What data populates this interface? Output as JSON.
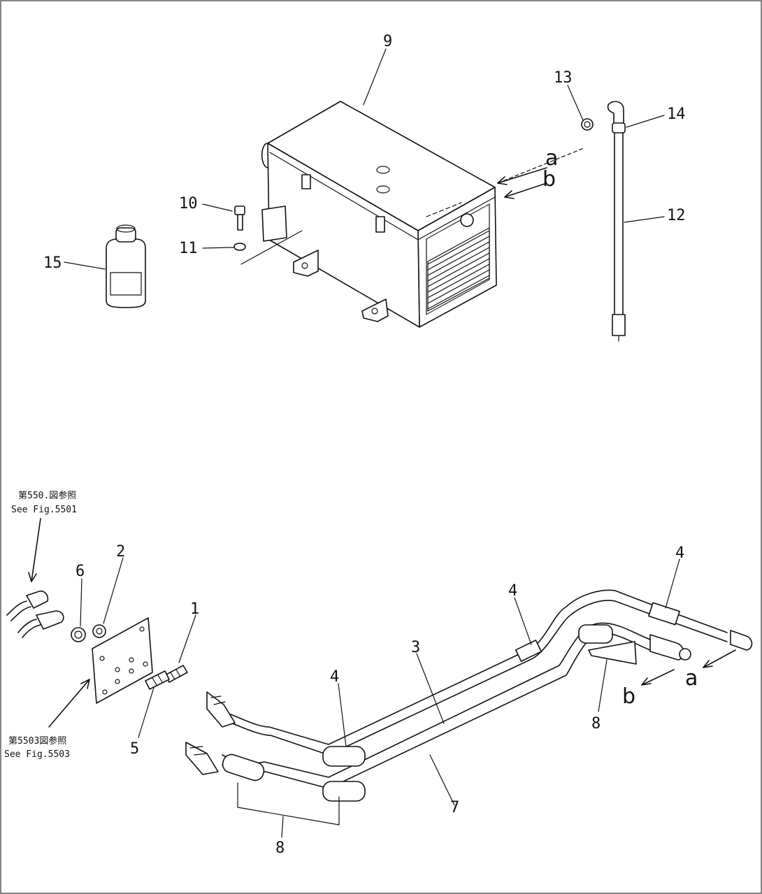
{
  "callouts": {
    "c1": "1",
    "c2": "2",
    "c3": "3",
    "c4a": "4",
    "c4b": "4",
    "c4c": "4",
    "c5": "5",
    "c6": "6",
    "c7": "7",
    "c8a": "8",
    "c8b": "8",
    "c9": "9",
    "c10": "10",
    "c11": "11",
    "c12": "12",
    "c13": "13",
    "c14": "14",
    "c15": "15"
  },
  "letters": {
    "a_top": "a",
    "b_top": "b",
    "a_bottom": "a",
    "b_bottom": "b"
  },
  "references": {
    "ref1_jp": "第550.図参照",
    "ref1_en": "See Fig.5501",
    "ref2_jp": "第5503図参照",
    "ref2_en": "See Fig.5503"
  }
}
